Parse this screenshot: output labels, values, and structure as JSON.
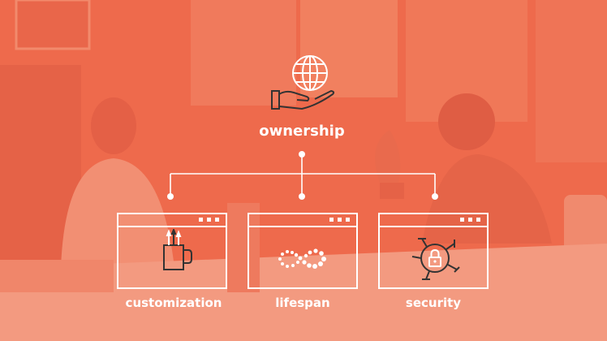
{
  "diagram": {
    "root": {
      "label": "ownership",
      "icon": "globe-in-hand-icon"
    },
    "children": [
      {
        "label": "customization",
        "icon": "pencil-cup-mug-icon"
      },
      {
        "label": "lifespan",
        "icon": "infinity-dots-icon"
      },
      {
        "label": "security",
        "icon": "padlock-network-icon"
      }
    ]
  },
  "colors": {
    "overlay": "#ee6a4c",
    "line": "#ffffff"
  }
}
